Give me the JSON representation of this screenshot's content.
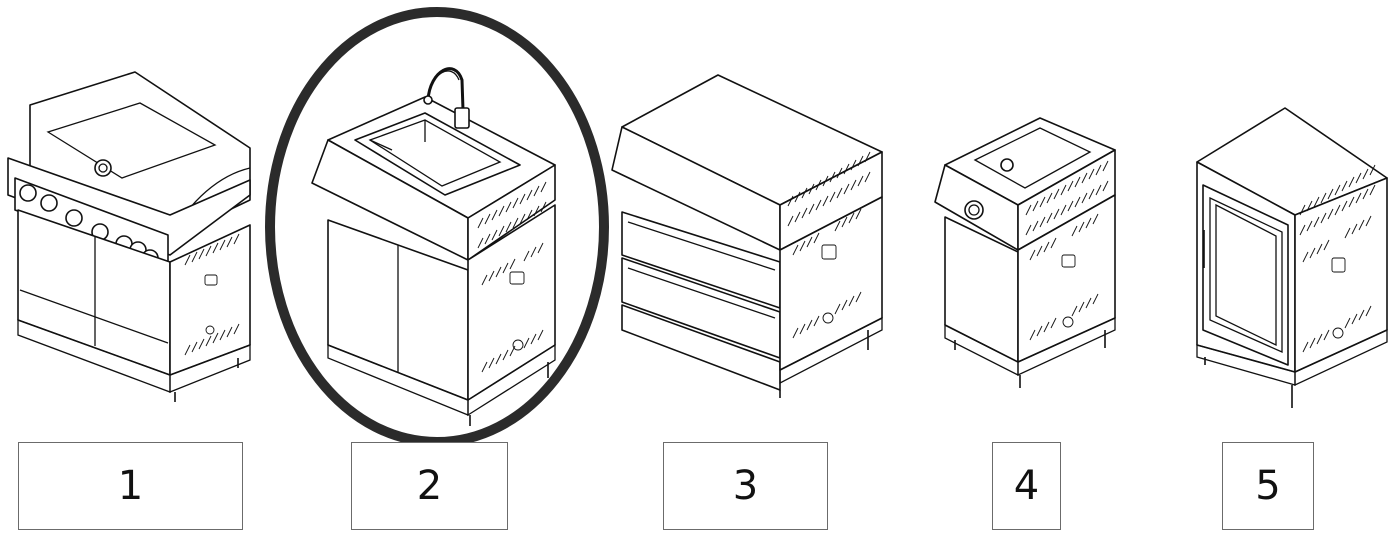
{
  "modules": [
    {
      "number": "1",
      "icon": "grill-module-icon"
    },
    {
      "number": "2",
      "icon": "sink-module-icon"
    },
    {
      "number": "3",
      "icon": "drawer-module-icon"
    },
    {
      "number": "4",
      "icon": "side-burner-module-icon"
    },
    {
      "number": "5",
      "icon": "fridge-module-icon"
    }
  ],
  "highlighted_module": "2",
  "colors": {
    "line": "#111111",
    "highlight_ring": "#2b2b2b",
    "label_border": "#6b6b6b"
  }
}
